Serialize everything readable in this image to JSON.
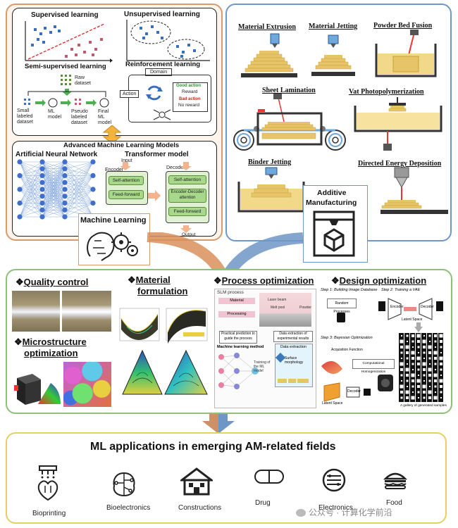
{
  "ml_panel": {
    "supervised": "Supervised learning",
    "unsupervised": "Unsupervised learning",
    "semi_supervised": "Semi-supervised learning",
    "reinforcement": "Reinforcement learning",
    "raw_dataset": "Raw dataset",
    "small_labeled": "Small labeled dataset",
    "ml_model": "ML model",
    "pseudo_labeled": "Pseudo labeled dataset",
    "final_ml_model": "Final ML model",
    "domain": "Domain",
    "action": "Action",
    "good_action": "Good action",
    "reward": "Reward",
    "bad_action": "Bad action",
    "no_reward": "No reward",
    "advanced_title": "Advanced Machine Learning Models",
    "ann": "Artificial Neural Network",
    "transformer": "Transformer model",
    "encoder": "Encoder",
    "decoder": "Decoder",
    "input": "Input",
    "self_attention": "Self-attention",
    "feed_forward": "Feed-forward",
    "enc_dec_attention": "Encoder-Decoder attention",
    "output": "Output",
    "badge": "Machine Learning"
  },
  "am_panel": {
    "material_extrusion": "Material Extrusion",
    "material_jetting": "Material Jetting",
    "powder_bed_fusion": "Powder Bed Fusion",
    "sheet_lamination": "Sheet Lamination",
    "vat_photopolymerization": "Vat Photopolymerization",
    "binder_jetting": "Binder Jetting",
    "directed_energy_deposition": "Directed Energy Deposition",
    "badge_line1": "Additive",
    "badge_line2": "Manufacturing"
  },
  "middle_panel": {
    "quality_control": "Quality control",
    "microstructure_l1": "Microstructure",
    "microstructure_l2": "optimization",
    "material_l1": "Material",
    "material_l2": "formulation",
    "process_opt": "Process optimization",
    "design_opt": "Design optimization",
    "slm_process": "SLM process",
    "material_small": "Material",
    "processing_small": "Processing",
    "laser_beam": "Laser beam",
    "powder": "Powder",
    "melt_pool": "Melt pool",
    "practical_prediction": "Practical prediction to guide the process",
    "data_extraction": "Data extraction of experimental results",
    "ml_method": "Machine learning method",
    "training": "Training of the ML model",
    "data_extraction2": "Data extraction",
    "surface_morphology": "Surface morphology",
    "step1": "Step 1: Building Image Database",
    "step2": "Step 2: Training a VAE",
    "step3": "Step 3: Bayesian Optimization",
    "random_processes": "Random Processes",
    "encoder": "Encoder",
    "decoder": "Decoder",
    "latent_space": "Latent Space",
    "acquisition_function": "Acquisition Function",
    "comp_homogenization": "Computational Homogenization",
    "gallery": "A gallery of generated samples"
  },
  "bottom_panel": {
    "title": "ML applications in emerging AM-related fields",
    "items": [
      "Bioprinting",
      "Bioelectronics",
      "Constructions",
      "Drug",
      "Electronics",
      "Food"
    ]
  },
  "watermark": "公众号 · 计算化学前沿",
  "colors": {
    "ml_border": "#d99a6e",
    "am_border": "#6f98c8",
    "mid_border": "#8fc07a",
    "bottom_border": "#e6cf63",
    "brown_arrow": "#d98f5c",
    "blue_arrow": "#6e96c6",
    "layer": "#e8c468",
    "trans_box": "#a8d88a"
  }
}
